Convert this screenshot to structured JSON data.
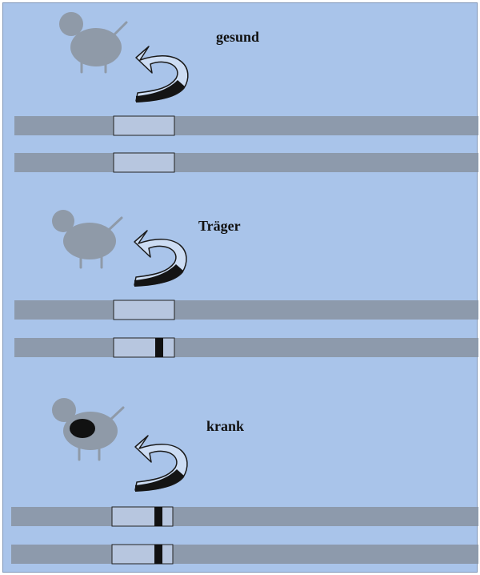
{
  "panels": [
    {
      "label": "gesund",
      "dog_spot": false,
      "mutations": [
        false,
        false
      ]
    },
    {
      "label": "Träger",
      "dog_spot": false,
      "mutations": [
        false,
        true
      ]
    },
    {
      "label": "krank",
      "dog_spot": true,
      "mutations": [
        true,
        true
      ]
    }
  ],
  "colors": {
    "background": "#a9c4ea",
    "chromosome": "#8d9aac",
    "gene_box": "#b7c6df",
    "dog": "#8f9aa8",
    "spot": "#111111",
    "arrow_fill": "#cdddf4",
    "arrow_dark": "#141414",
    "mutation": "#111111"
  }
}
